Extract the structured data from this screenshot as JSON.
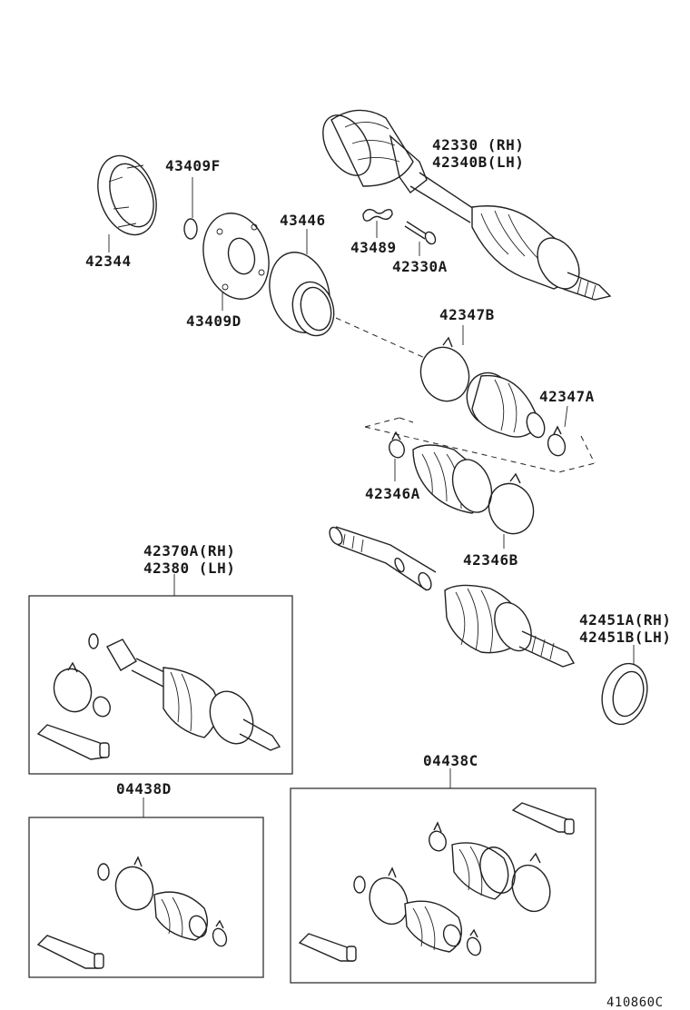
{
  "labels": {
    "p42330": "42330 (RH)",
    "p42340B": "42340B(LH)",
    "p43409F": "43409F",
    "p43446": "43446",
    "p42344": "42344",
    "p43489": "43489",
    "p42330A": "42330A",
    "p43409D": "43409D",
    "p42347B": "42347B",
    "p42347A": "42347A",
    "p42346A": "42346A",
    "p42346B": "42346B",
    "p42370A": "42370A(RH)",
    "p42380": "42380  (LH)",
    "p42451A": "42451A(RH)",
    "p42451B": "42451B(LH)",
    "p04438D": "04438D",
    "p04438C": "04438C",
    "figure_code": "410860C"
  }
}
